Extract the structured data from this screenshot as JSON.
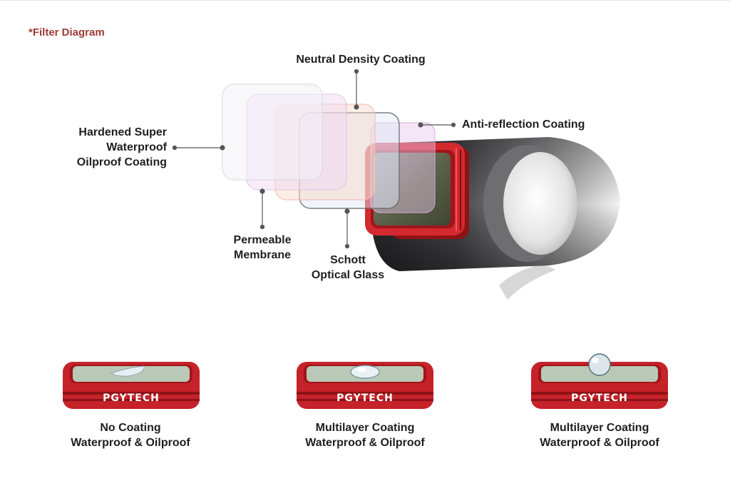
{
  "title": "*Filter Diagram",
  "labels": {
    "neutral_density": "Neutral Density Coating",
    "anti_reflection": "Anti-reflection Coating",
    "hardened": [
      "Hardened Super",
      "Waterproof",
      "Oilproof Coating"
    ],
    "permeable": [
      "Permeable",
      "Membrane"
    ],
    "schott": [
      "Schott",
      "Optical Glass"
    ]
  },
  "comparisons": [
    {
      "line1": "No Coating",
      "line2": "Waterproof & Oilproof",
      "droplet": "flat"
    },
    {
      "line1": "Multilayer Coating",
      "line2": "Waterproof & Oilproof",
      "droplet": "half"
    },
    {
      "line1": "Multilayer Coating",
      "line2": "Waterproof & Oilproof",
      "droplet": "bead"
    }
  ],
  "brand": "PGYTECH",
  "colors": {
    "title": "#9b3b34",
    "frame_red": "#d1262b",
    "glass_green": "#b9c8b7",
    "callout": "#555555"
  }
}
